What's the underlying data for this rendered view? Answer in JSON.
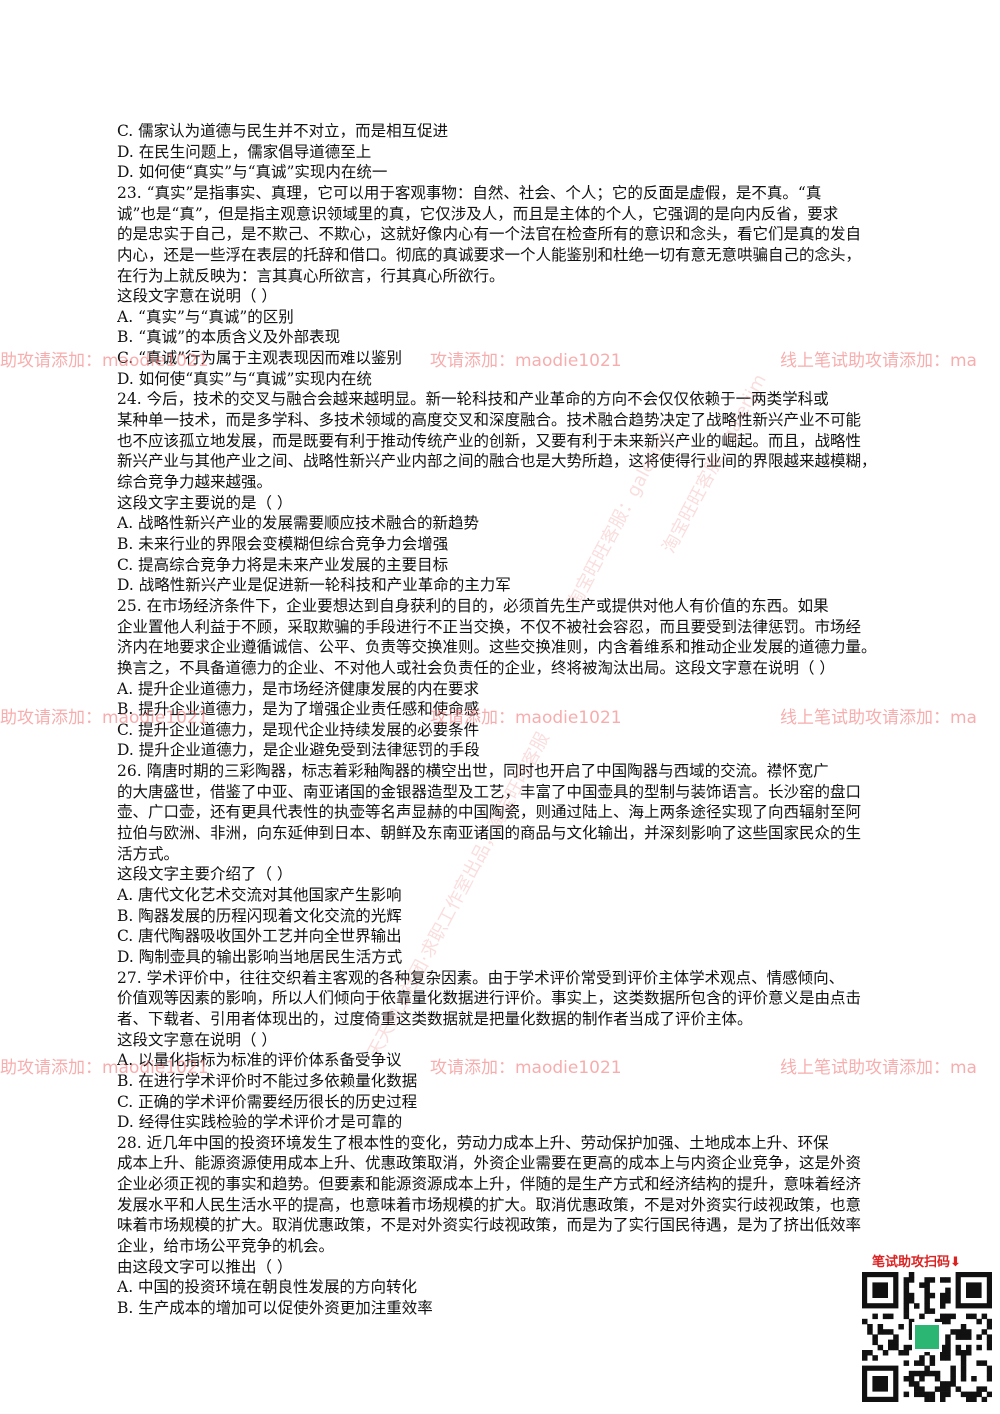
{
  "lines": [
    "C. 儒家认为道德与民生并不对立，而是相互促进",
    "D. 在民生问题上，儒家倡导道德至上",
    "D. 如何使“真实”与“真诚”实现内在统一",
    "23. “真实”是指事实、真理，它可以用于客观事物：自然、社会、个人；它的反面是虚假，是不真。“真",
    "诚”也是“真”，但是指主观意识领域里的真，它仅涉及人，而且是主体的个人，它强调的是向内反省，要求",
    "的是忠实于自己，是不欺己、不欺心，这就好像内心有一个法官在检查所有的意识和念头，看它们是真的发自",
    "内心，还是一些浮在表层的托辞和借口。彻底的真诚要求一个人能鉴别和杜绝一切有意无意哄骗自己的念头，",
    "在行为上就反映为：言其真心所欲言，行其真心所欲行。",
    "这段文字意在说明（ ）",
    "A. “真实”与“真诚”的区别",
    "B. “真诚”的本质含义及外部表现",
    "C. “真诚”行为属于主观表现因而难以鉴别",
    "D. 如何使“真实”与“真诚”实现内在统",
    "24. 今后，技术的交叉与融合会越来越明显。新一轮科技和产业革命的方向不会仅仅依赖于一两类学科或",
    "某种单一技术，而是多学科、多技术领域的高度交叉和深度融合。技术融合趋势决定了战略性新兴产业不可能",
    "也不应该孤立地发展，而是既要有利于推动传统产业的创新，又要有利于未来新兴产业的崛起。而且，战略性",
    "新兴产业与其他产业之间、战略性新兴产业内部之间的融合也是大势所趋，这将使得行业间的界限越来越模糊，",
    "综合竞争力越来越强。",
    "这段文字主要说的是（ ）",
    "A. 战略性新兴产业的发展需要顺应技术融合的新趋势",
    "B. 未来行业的界限会变模糊但综合竞争力会增强",
    "C. 提高综合竞争力将是未来产业发展的主要目标",
    "D. 战略性新兴产业是促进新一轮科技和产业革命的主力军",
    "25. 在市场经济条件下，企业要想达到自身获利的目的，必须首先生产或提供对他人有价值的东西。如果",
    "企业置他人利益于不顾，采取欺骗的手段进行不正当交换，不仅不被社会容忍，而且要受到法律惩罚。市场经",
    "济内在地要求企业遵循诚信、公平、负责等交换准则。这些交换准则，内含着维系和推动企业发展的道德力量。",
    "换言之，不具备道德力的企业、不对他人或社会负责任的企业，终将被淘汰出局。这段文字意在说明（ ）",
    "A. 提升企业道德力，是市场经济健康发展的内在要求",
    "B. 提升企业道德力，是为了增强企业责任感和使命感",
    "C. 提升企业道德力，是现代企业持续发展的必要条件",
    "D. 提升企业道德力，是企业避免受到法律惩罚的手段",
    "26. 隋唐时期的三彩陶器，标志着彩釉陶器的横空出世，同时也开启了中国陶器与西域的交流。襟怀宽广",
    "的大唐盛世，借鉴了中亚、南亚诸国的金银器造型及工艺，丰富了中国壶具的型制与装饰语言。长沙窑的盘口",
    "壶、广口壶，还有更具代表性的执壶等名声显赫的中国陶瓷，则通过陆上、海上两条途径实现了向西辐射至阿",
    "拉伯与欧洲、非洲，向东延伸到日本、朝鲜及东南亚诸国的商品与文化输出，并深刻影响了这些国家民众的生",
    "活方式。",
    "这段文字主要介绍了（ ）",
    "A. 唐代文化艺术交流对其他国家产生影响",
    "B. 陶器发展的历程闪现着文化交流的光辉",
    "C. 唐代陶器吸收国外工艺并向全世界输出",
    "D. 陶制壶具的输出影响当地居民生活方式",
    "27. 学术评价中，往往交织着主客观的各种复杂因素。由于学术评价常受到评价主体学术观点、情感倾向、",
    "价值观等因素的影响，所以人们倾向于依靠量化数据进行评价。事实上，这类数据所包含的评价意义是由点击",
    "者、下载者、引用者体现出的，过度倚重这类数据就是把量化数据的制作者当成了评价主体。",
    "这段文字意在说明（ ）",
    "A. 以量化指标为标准的评价体系备受争议",
    "B. 在进行学术评价时不能过多依赖量化数据",
    "C. 正确的学术评价需要经历很长的历史过程",
    "D. 经得住实践检验的学术评价才是可靠的",
    "28. 近几年中国的投资环境发生了根本性的变化，劳动力成本上升、劳动保护加强、土地成本上升、环保",
    "成本上升、能源资源使用成本上升、优惠政策取消，外资企业需要在更高的成本上与内资企业竞争，这是外资",
    "企业必须正视的事实和趋势。但要素和能源资源成本上升，伴随的是生产方式和经济结构的提升，意味着经济",
    "发展水平和人民生活水平的提高，也意味着市场规模的扩大。取消优惠政策，不是对外资实行歧视政策，也意",
    "味着市场规模的扩大。取消优惠政策，不是对外资实行歧视政策，而是为了实行国民待遇，是为了挤出低效率",
    "企业，给市场公平竞争的机会。",
    "由这段文字可以推出（ ）",
    "A. 中国的投资环境在朝良性发展的方向转化",
    "B. 生产成本的增加可以促使外资更加注重效率"
  ],
  "watermarks": {
    "left": "助攻请添加：maodie1021",
    "center": "攻请添加：maodie1021",
    "right": "线上笔试助攻请添加：ma",
    "diag1": "淘宝旺旺客服：galerjim",
    "diag2": "天天向上社团·求职工作室出品，淘宝旺旺客服"
  },
  "qr": {
    "title": "笔试助攻扫码⬇",
    "icon": "qr-code-icon"
  }
}
